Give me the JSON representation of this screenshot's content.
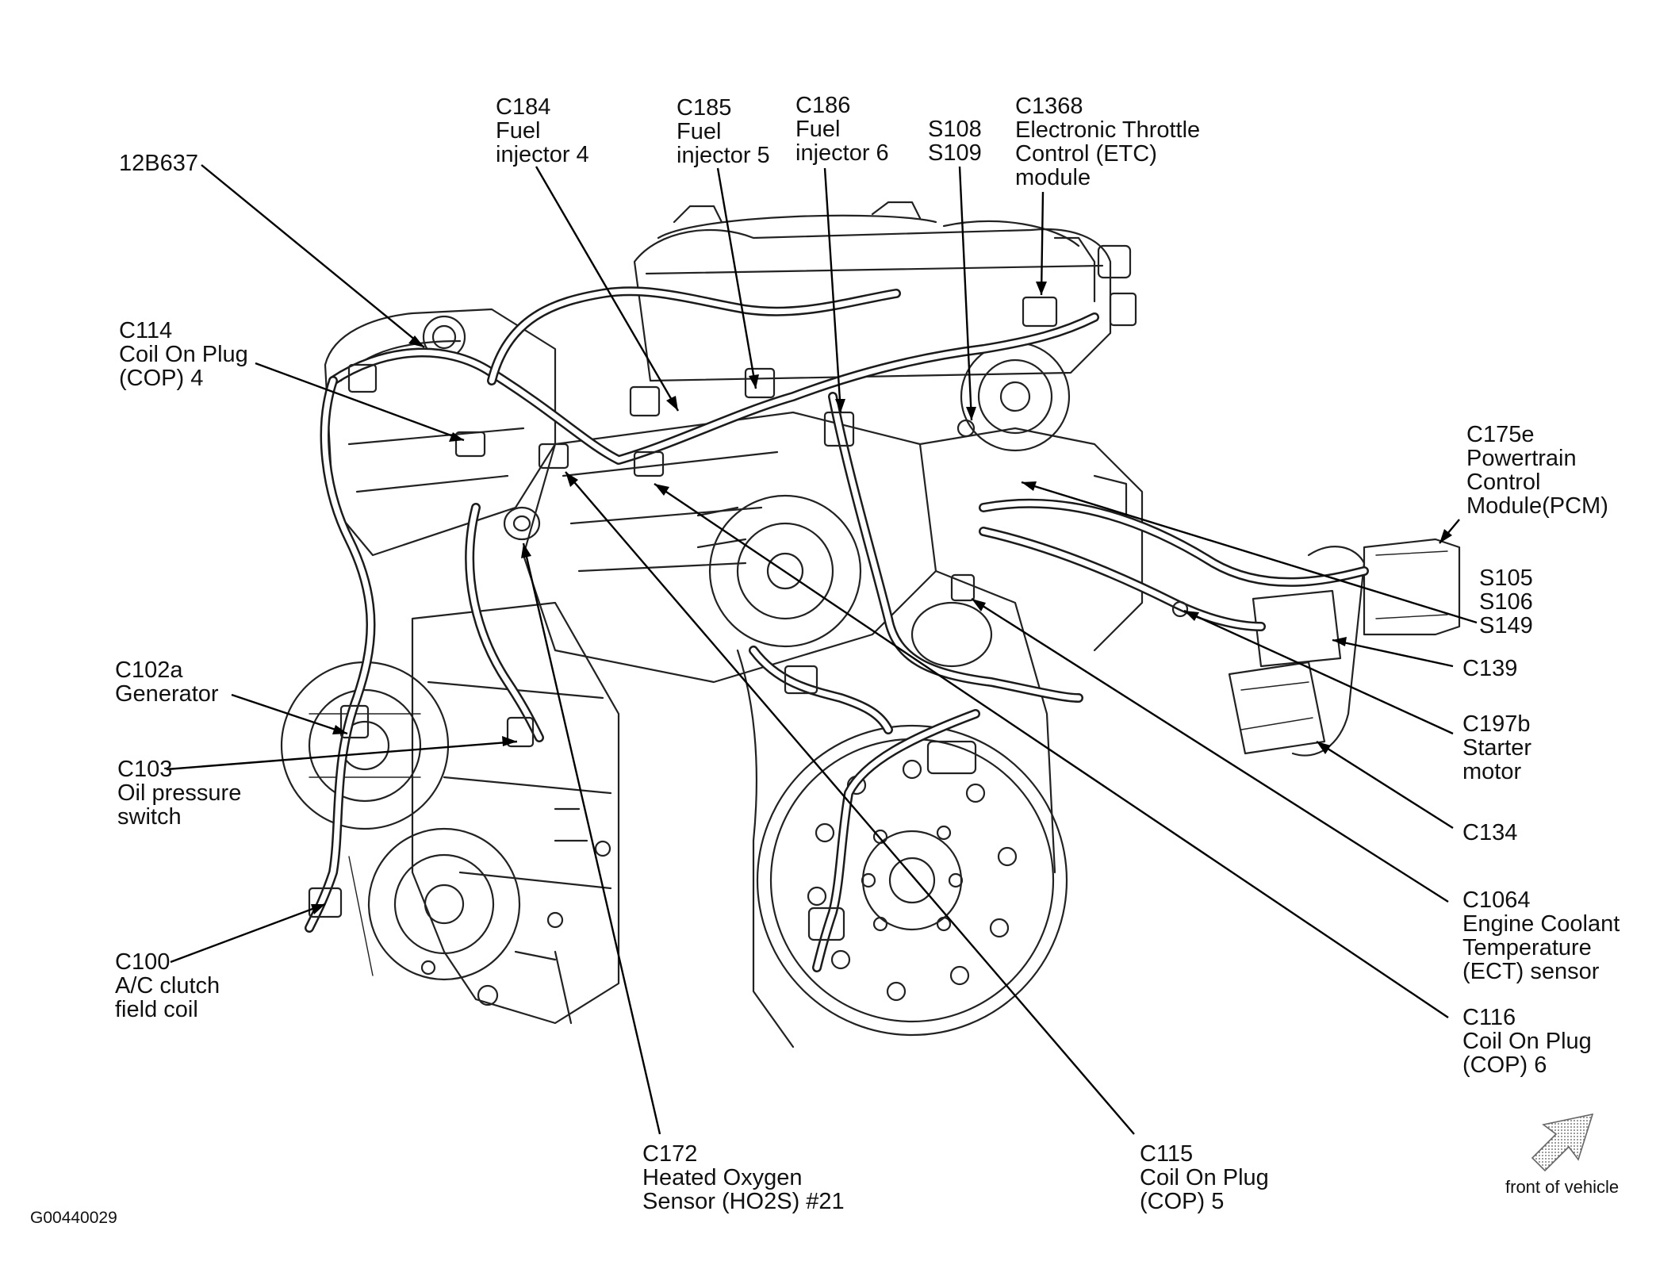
{
  "figure_id": "G00440029",
  "orientation_label": "front of vehicle",
  "callouts": [
    {
      "id": "12b637",
      "lines": [
        "12B637"
      ]
    },
    {
      "id": "c184",
      "lines": [
        "C184",
        "Fuel",
        "injector 4"
      ]
    },
    {
      "id": "c185",
      "lines": [
        "C185",
        "Fuel",
        "injector 5"
      ]
    },
    {
      "id": "c186",
      "lines": [
        "C186",
        "Fuel",
        "injector 6"
      ]
    },
    {
      "id": "s108",
      "lines": [
        "S108",
        "S109"
      ]
    },
    {
      "id": "c1368",
      "lines": [
        "C1368",
        "Electronic Throttle",
        "Control (ETC)",
        "module"
      ]
    },
    {
      "id": "c114",
      "lines": [
        "C114",
        "Coil On Plug",
        "(COP) 4"
      ]
    },
    {
      "id": "c175e",
      "lines": [
        "C175e",
        "Powertrain",
        "Control",
        "Module(PCM)"
      ]
    },
    {
      "id": "s105",
      "lines": [
        "S105",
        "S106",
        "S149"
      ]
    },
    {
      "id": "c139",
      "lines": [
        "C139"
      ]
    },
    {
      "id": "c102a",
      "lines": [
        "C102a",
        "Generator"
      ]
    },
    {
      "id": "c197b",
      "lines": [
        "C197b",
        "Starter",
        "motor"
      ]
    },
    {
      "id": "c103",
      "lines": [
        "C103",
        "Oil pressure",
        "switch"
      ]
    },
    {
      "id": "c134",
      "lines": [
        "C134"
      ]
    },
    {
      "id": "c1064",
      "lines": [
        "C1064",
        "Engine Coolant",
        "Temperature",
        "(ECT) sensor"
      ]
    },
    {
      "id": "c100",
      "lines": [
        "C100",
        "A/C clutch",
        "field coil"
      ]
    },
    {
      "id": "c116",
      "lines": [
        "C116",
        "Coil On Plug",
        "(COP) 6"
      ]
    },
    {
      "id": "c172",
      "lines": [
        "C172",
        "Heated Oxygen",
        "Sensor (HO2S) #21"
      ]
    },
    {
      "id": "c115",
      "lines": [
        "C115",
        "Coil On Plug",
        "(COP) 5"
      ]
    }
  ]
}
